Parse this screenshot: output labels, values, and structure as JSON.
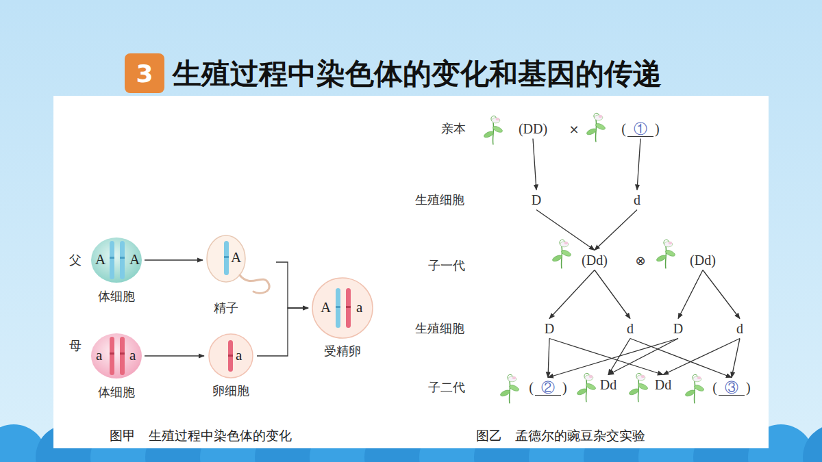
{
  "diagram": {
    "title": "生殖过程中染色体的变化和基因的传递",
    "nodes": [
      {
        "text": [
          "3"
        ]
      },
      {
        "text": [
          "A",
          "A",
          "体细胞"
        ]
      },
      {
        "text": [
          "A",
          "精子"
        ]
      },
      {
        "text": [
          "a",
          "a",
          "体细胞"
        ]
      },
      {
        "text": [
          "a",
          "卵细胞"
        ]
      },
      {
        "text": [
          "A",
          "a",
          "受精卵"
        ]
      },
      {
        "text": [
          "(DD)"
        ]
      },
      {
        "text": [
          "(",
          "①",
          ")"
        ]
      },
      {
        "text": [
          "D"
        ]
      },
      {
        "text": [
          "d"
        ]
      },
      {
        "text": [
          "(Dd)"
        ]
      },
      {
        "text": [
          "(Dd)"
        ]
      },
      {
        "text": [
          "D"
        ]
      },
      {
        "text": [
          "d"
        ]
      },
      {
        "text": [
          "D"
        ]
      },
      {
        "text": [
          "d"
        ]
      },
      {
        "text": [
          "(",
          "②",
          ")"
        ]
      },
      {
        "text": [
          "Dd"
        ]
      },
      {
        "text": [
          "Dd"
        ]
      },
      {
        "text": [
          "(",
          "③",
          ")"
        ]
      }
    ],
    "edges": [
      {
        "from": 1,
        "to": 2,
        "arrow": "to"
      },
      {
        "from": 3,
        "to": 4,
        "arrow": "to"
      },
      {
        "from": 2,
        "to": 5,
        "arrow": "to"
      },
      {
        "from": 4,
        "to": 5,
        "arrow": "to"
      },
      {
        "from": 6,
        "to": 8,
        "arrow": "to"
      },
      {
        "from": 7,
        "to": 9,
        "arrow": "to"
      },
      {
        "from": 8,
        "to": 10,
        "arrow": "to"
      },
      {
        "from": 9,
        "to": 10,
        "arrow": "to"
      },
      {
        "from": 10,
        "to": 12,
        "arrow": "to"
      },
      {
        "from": 10,
        "to": 13,
        "arrow": "to"
      },
      {
        "from": 11,
        "to": 14,
        "arrow": "to"
      },
      {
        "from": 11,
        "to": 15,
        "arrow": "to"
      },
      {
        "from": 12,
        "to": 16,
        "arrow": "to"
      },
      {
        "from": 14,
        "to": 16,
        "arrow": "to"
      },
      {
        "from": 12,
        "to": 18,
        "arrow": "to"
      },
      {
        "from": 15,
        "to": 18,
        "arrow": "to"
      },
      {
        "from": 13,
        "to": 17,
        "arrow": "to"
      },
      {
        "from": 14,
        "to": 17,
        "arrow": "to"
      },
      {
        "from": 13,
        "to": 19,
        "arrow": "to"
      },
      {
        "from": 15,
        "to": 19,
        "arrow": "to"
      }
    ],
    "labels": [
      "父",
      "母",
      "图甲　生殖过程中染色体的变化",
      "亲本",
      "×",
      "生殖细胞",
      "子一代",
      "⊗",
      "生殖细胞",
      "子二代",
      "图乙　孟德尔的豌豆杂交实验"
    ]
  }
}
